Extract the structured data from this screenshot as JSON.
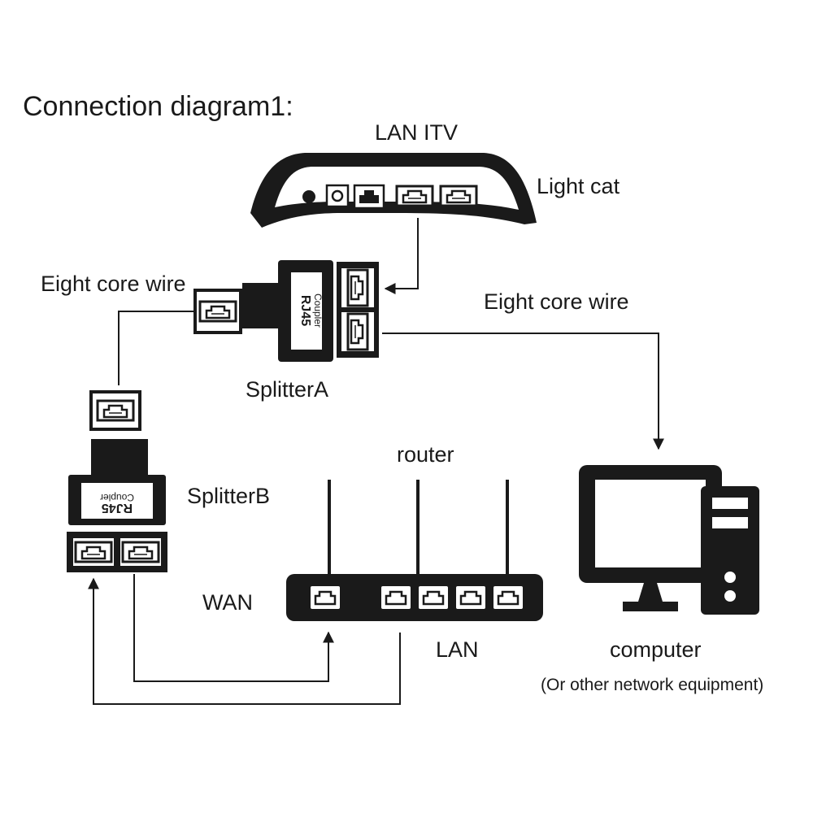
{
  "title": "Connection diagram1:",
  "labels": {
    "lan_itv": "LAN ITV",
    "light_cat": "Light cat",
    "eight_core_wire_left": "Eight core wire",
    "eight_core_wire_right": "Eight core wire",
    "splitter_a": "SplitterA",
    "splitter_b": "SplitterB",
    "router": "router",
    "wan": "WAN",
    "lan": "LAN",
    "computer": "computer",
    "computer_note": "(Or other network equipment)"
  },
  "coupler_text": {
    "line1": "RJ45",
    "line2": "Coupler"
  },
  "colors": {
    "ink": "#1a1a1a",
    "background": "#ffffff"
  }
}
